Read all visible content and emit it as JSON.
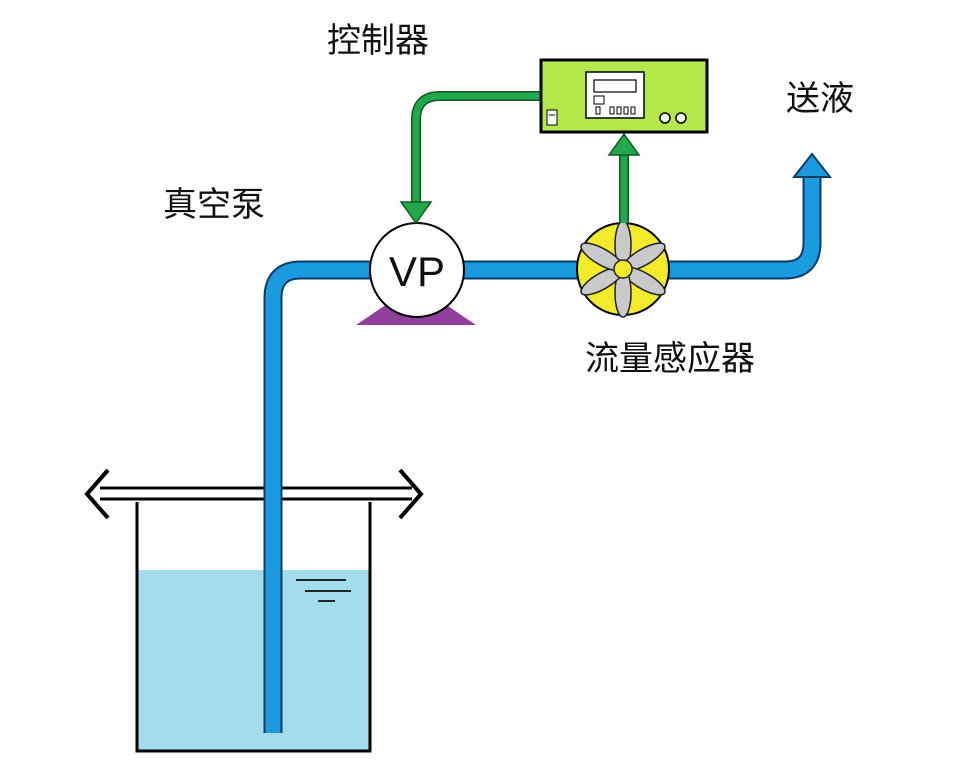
{
  "labels": {
    "controller": "控制器",
    "vacuum_pump": "真空泵",
    "delivery": "送液",
    "flow_sensor": "流量感应器",
    "pump_symbol": "VP"
  },
  "colors": {
    "pipe": "#1a9be0",
    "pipe_outline": "#0b3d66",
    "signal_arrow": "#22a84a",
    "controller_body": "#b5e84a",
    "pump_base": "#8e3f9a",
    "sensor_body": "#f2ea2a",
    "liquid": "#a2dced"
  },
  "icons": [
    "vacuum-pump-icon",
    "flow-sensor-fan-icon",
    "controller-device-icon",
    "beaker-icon"
  ]
}
